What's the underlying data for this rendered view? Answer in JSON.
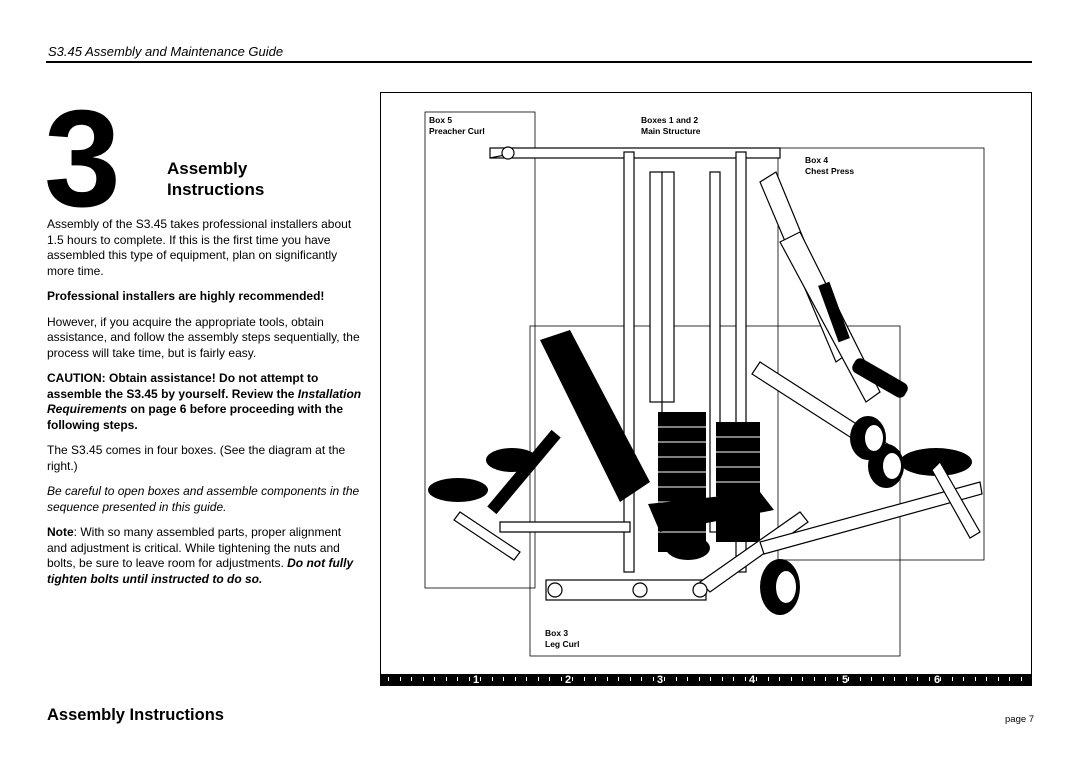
{
  "header": {
    "guide_title": "S3.45 Assembly and Maintenance Guide"
  },
  "chapter": {
    "number": "3",
    "title_line1": "Assembly",
    "title_line2": "Instructions"
  },
  "body": {
    "p1": "Assembly of the S3.45 takes professional installers about 1.5 hours to complete. If this is the first time you have assembled this type of equipment, plan on significantly more time.",
    "p2": "Professional installers are highly recommended!",
    "p3": "However, if you acquire the appropriate tools, obtain assistance, and follow the assembly steps sequentially, the process will take time, but is fairly easy.",
    "p4_a": "CAUTION: Obtain assistance! Do not attempt to assemble the S3.45 by yourself. Review the ",
    "p4_b": "Installation Requirements",
    "p4_c": " on page 6 before proceeding with the following steps.",
    "p5": "The S3.45 comes in four boxes. (See the diagram at the right.)",
    "p6": "Be careful to open boxes and assemble components in the sequence presented in this guide.",
    "p7_a": "Note",
    "p7_b": ": With so many assembled parts, proper alignment and adjustment is critical. While tightening the nuts and bolts, be sure to leave room for adjustments. ",
    "p7_c": "Do not fully tighten bolts until instructed to do so."
  },
  "diagram": {
    "box5_line1": "Box 5",
    "box5_line2": "Preacher Curl",
    "box12_line1": "Boxes 1 and 2",
    "box12_line2": "Main Structure",
    "box4_line1": "Box 4",
    "box4_line2": "Chest Press",
    "box3_line1": "Box 3",
    "box3_line2": "Leg Curl",
    "ruler_numbers": [
      "1",
      "2",
      "3",
      "4",
      "5",
      "6"
    ]
  },
  "footer": {
    "section_title": "Assembly Instructions",
    "page": "page 7"
  }
}
